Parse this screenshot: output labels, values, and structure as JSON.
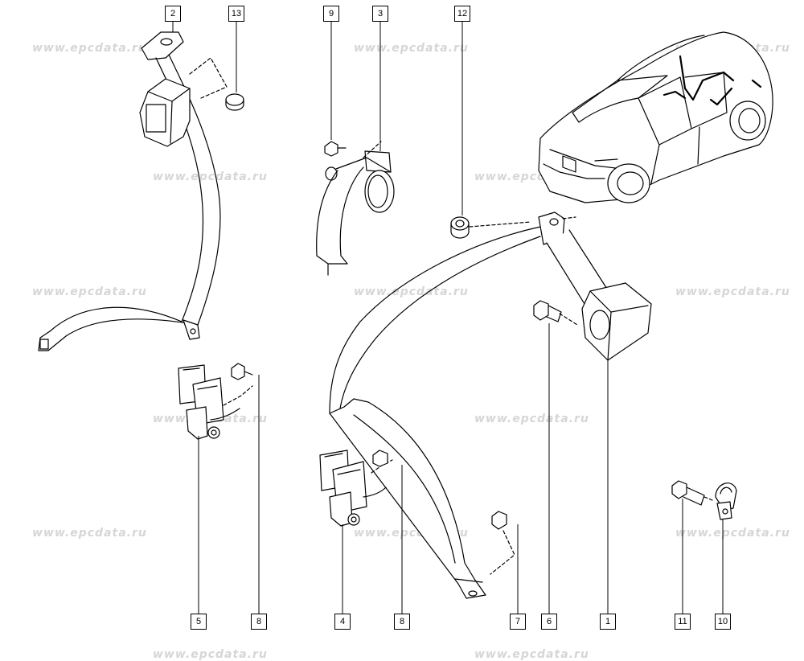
{
  "watermark": {
    "text": "www.epcdata.ru"
  },
  "callouts": {
    "c1": "1",
    "c2": "2",
    "c3": "3",
    "c4": "4",
    "c5": "5",
    "c6": "6",
    "c7": "7",
    "c8a": "8",
    "c8b": "8",
    "c9": "9",
    "c10": "10",
    "c11": "11",
    "c12": "12",
    "c13": "13"
  }
}
